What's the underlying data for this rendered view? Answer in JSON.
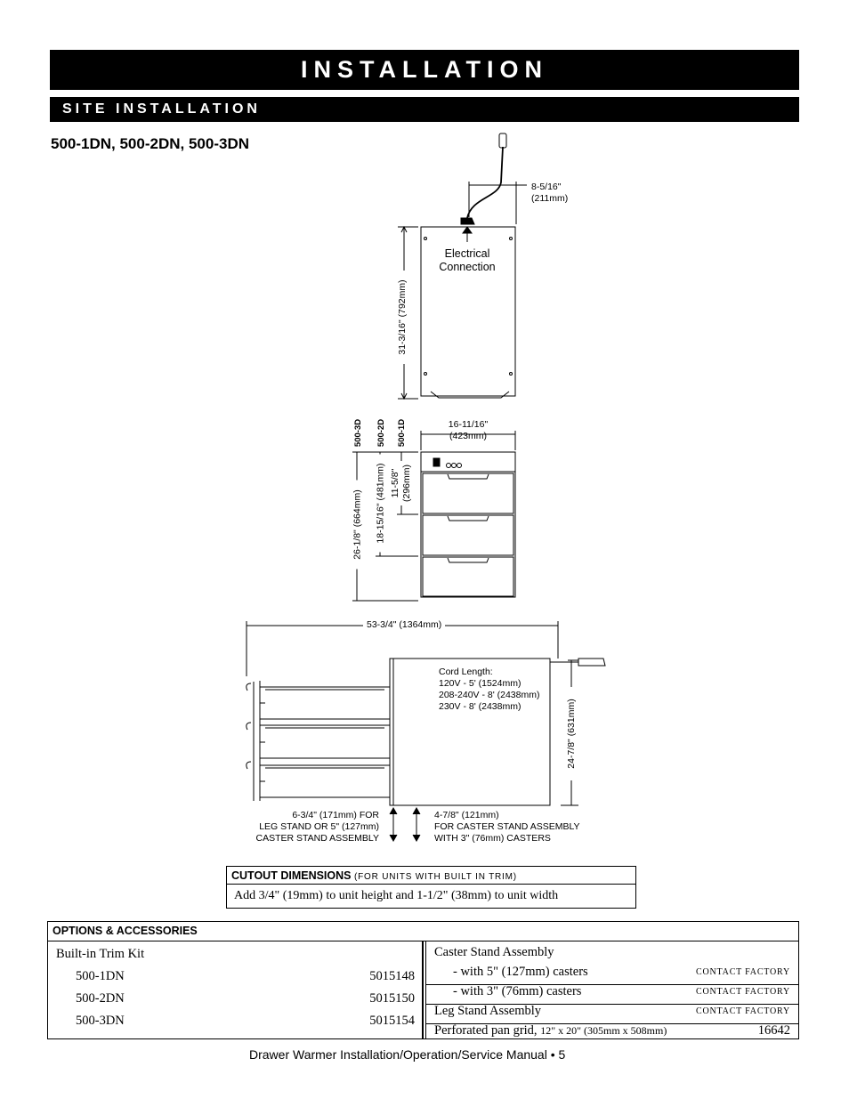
{
  "header": {
    "title": "INSTALLATION",
    "section": "SITE INSTALLATION"
  },
  "models_heading": "500-1DN, 500-2DN, 500-3DN",
  "diagram": {
    "dim_cord_offset": "8-5/16\"",
    "dim_cord_offset_mm": "(211mm)",
    "electrical_connection": "Electrical\nConnection",
    "dim_height_top_view": "31-3/16\" (792mm)",
    "model_labels": [
      "500-3D",
      "500-2D",
      "500-1D"
    ],
    "dim_width": "16-11/16\"",
    "dim_width_mm": "(423mm)",
    "dim_height_3d": "26-1/8\" (664mm)",
    "dim_height_2d": "18-15/16\" (481mm)",
    "dim_height_1d": "11-5/8\"",
    "dim_height_1d_mm": "(296mm)",
    "dim_side_depth": "53-3/4\" (1364mm)",
    "cord_length_title": "Cord Length:",
    "cord_lengths": [
      "120V - 5' (1524mm)",
      "208-240V - 8' (2438mm)",
      "230V - 8' (2438mm)"
    ],
    "dim_side_height": "24-7/8\" (631mm)",
    "leg_note": [
      "6-3/4\" (171mm) FOR",
      "LEG STAND OR 5\" (127mm)",
      "CASTER STAND ASSEMBLY"
    ],
    "caster_note": [
      "4-7/8\" (121mm)",
      "FOR CASTER STAND ASSEMBLY",
      "WITH 3\" (76mm) CASTERS"
    ]
  },
  "cutout": {
    "title": "CUTOUT DIMENSIONS",
    "subtitle_open": "(",
    "subtitle": "FOR UNITS WITH BUILT IN TRIM",
    "subtitle_close": ")",
    "text": "Add 3/4\" (19mm) to unit height and 1-1/2\" (38mm) to unit width"
  },
  "options": {
    "title": "OPTIONS & ACCESSORIES",
    "left_title": "Built-in Trim Kit",
    "left_items": [
      {
        "model": "500-1DN",
        "part": "5015148"
      },
      {
        "model": "500-2DN",
        "part": "5015150"
      },
      {
        "model": "500-3DN",
        "part": "5015154"
      }
    ],
    "caster_title": "Caster Stand Assembly",
    "caster_5": "- with 5\" (127mm) casters",
    "caster_3": "- with 3\" (76mm) casters",
    "contact_factory": "CONTACT FACTORY",
    "leg_stand": "Leg Stand Assembly",
    "pan_grid": "Perforated pan grid,",
    "pan_grid_size": "12\" x 20\" (305mm x 508mm)",
    "pan_grid_part": "16642"
  },
  "footer": "Drawer Warmer Installation/Operation/Service Manual • 5"
}
